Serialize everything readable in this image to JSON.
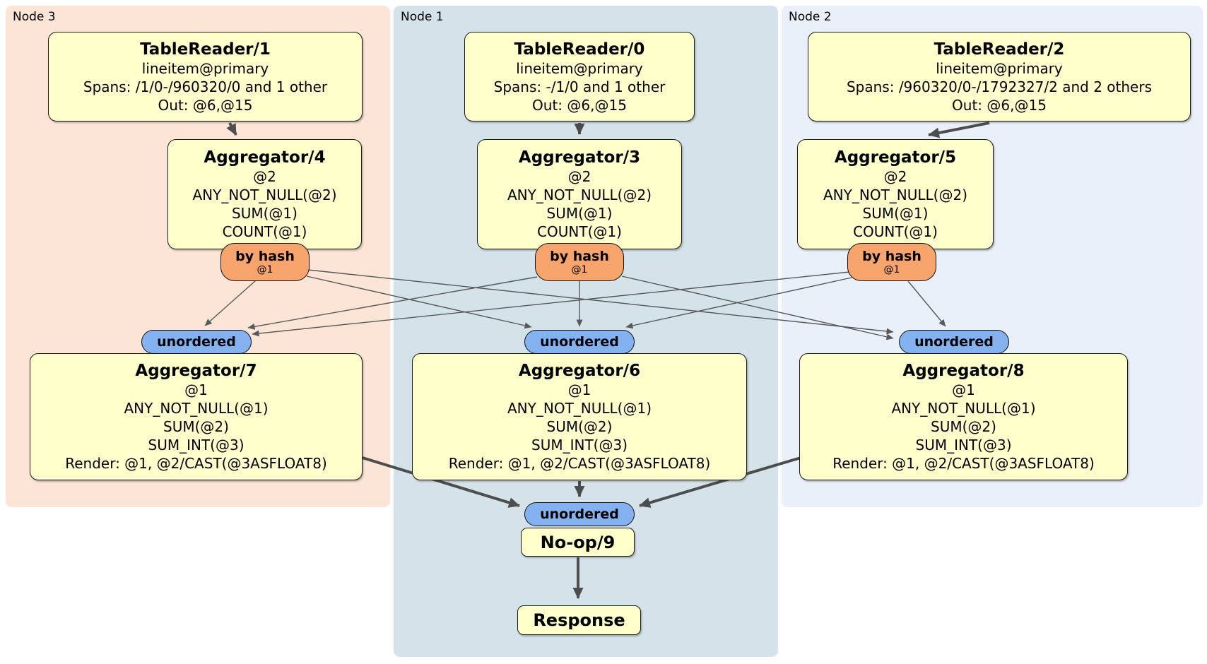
{
  "groups": [
    {
      "label": "Node 3"
    },
    {
      "label": "Node 1"
    },
    {
      "label": "Node 2"
    }
  ],
  "processors": {
    "tablereader1": {
      "title": "TableReader/1",
      "rows": [
        "lineitem@primary",
        "Spans: /1/0-/960320/0 and 1 other",
        "Out: @6,@15"
      ]
    },
    "tablereader0": {
      "title": "TableReader/0",
      "rows": [
        "lineitem@primary",
        "Spans: -/1/0 and 1 other",
        "Out: @6,@15"
      ]
    },
    "tablereader2": {
      "title": "TableReader/2",
      "rows": [
        "lineitem@primary",
        "Spans: /960320/0-/1792327/2 and 2 others",
        "Out: @6,@15"
      ]
    },
    "aggregator4": {
      "title": "Aggregator/4",
      "rows": [
        "@2",
        "ANY_NOT_NULL(@2)",
        "SUM(@1)",
        "COUNT(@1)"
      ]
    },
    "aggregator3": {
      "title": "Aggregator/3",
      "rows": [
        "@2",
        "ANY_NOT_NULL(@2)",
        "SUM(@1)",
        "COUNT(@1)"
      ]
    },
    "aggregator5": {
      "title": "Aggregator/5",
      "rows": [
        "@2",
        "ANY_NOT_NULL(@2)",
        "SUM(@1)",
        "COUNT(@1)"
      ]
    },
    "aggregator7": {
      "title": "Aggregator/7",
      "rows": [
        "@1",
        "ANY_NOT_NULL(@1)",
        "SUM(@2)",
        "SUM_INT(@3)",
        "Render: @1, @2/CAST(@3ASFLOAT8)"
      ]
    },
    "aggregator6": {
      "title": "Aggregator/6",
      "rows": [
        "@1",
        "ANY_NOT_NULL(@1)",
        "SUM(@2)",
        "SUM_INT(@3)",
        "Render: @1, @2/CAST(@3ASFLOAT8)"
      ]
    },
    "aggregator8": {
      "title": "Aggregator/8",
      "rows": [
        "@1",
        "ANY_NOT_NULL(@1)",
        "SUM(@2)",
        "SUM_INT(@3)",
        "Render: @1, @2/CAST(@3ASFLOAT8)"
      ]
    },
    "noop": {
      "title": "No-op/9"
    },
    "response": {
      "title": "Response"
    }
  },
  "routers": {
    "byhash3": {
      "label": "by hash",
      "stream": "@1"
    },
    "byhash1": {
      "label": "by hash",
      "stream": "@1"
    },
    "byhash2": {
      "label": "by hash",
      "stream": "@1"
    },
    "unordered3": {
      "label": "unordered"
    },
    "unordered1": {
      "label": "unordered"
    },
    "unordered2": {
      "label": "unordered"
    },
    "unordered_final": {
      "label": "unordered"
    }
  },
  "colors": {
    "node3-bg": "#fce4d6",
    "node1-bg": "#d4e2ea",
    "node2-bg": "#eaf0f9",
    "box-fill": "#ffffcc",
    "box-border": "#1a1a1a",
    "byhash-fill": "#f7a56c",
    "unordered-fill": "#84b2f1",
    "edge-thick": "#4d4d4d",
    "edge-thin": "#58595b"
  }
}
